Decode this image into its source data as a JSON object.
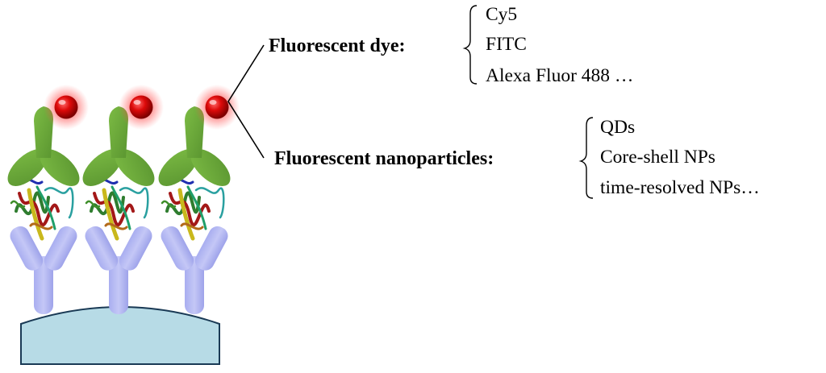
{
  "categories": [
    {
      "label": "Fluorescent dye:",
      "items": [
        "Cy5",
        "FITC",
        "Alexa Fluor 488 …"
      ]
    },
    {
      "label": "Fluorescent nanoparticles:",
      "items": [
        "QDs",
        "Core-shell NPs",
        "time-resolved NPs…"
      ]
    }
  ],
  "colors": {
    "substrate": "#b7dbe6",
    "capture_antibody": "#b4b8f2",
    "antigen_protein": "#3a8c3a",
    "detection_antibody": "#6aa537",
    "fluorophore": "#cc0000",
    "fluorophore_glow": "#ff4040"
  },
  "illustration": {
    "assembly_count": 3
  }
}
